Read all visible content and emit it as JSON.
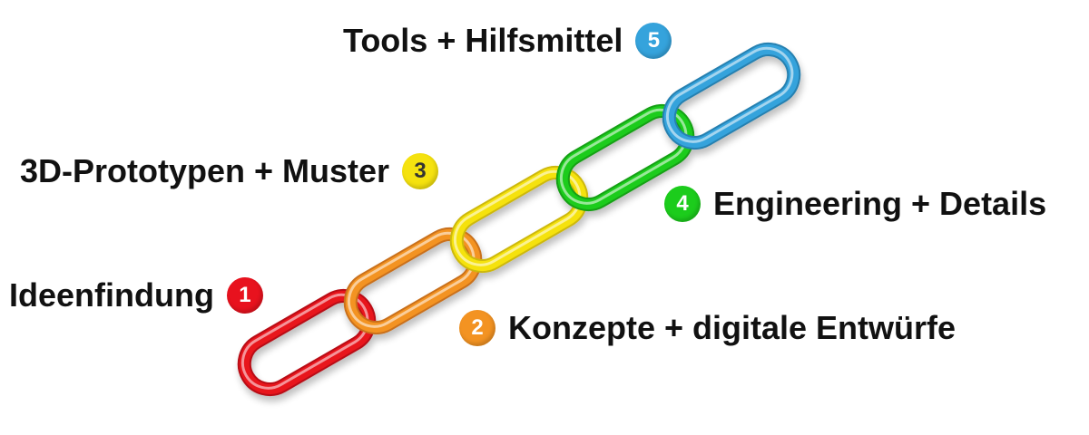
{
  "steps": [
    {
      "number": "1",
      "label": "Ideenfindung",
      "color": "#e8121e"
    },
    {
      "number": "2",
      "label": "Konzepte + digitale Entwürfe",
      "color": "#f39322"
    },
    {
      "number": "3",
      "label": "3D-Prototypen + Muster",
      "color": "#f5e20f"
    },
    {
      "number": "4",
      "label": "Engineering + Details",
      "color": "#1ccc1c"
    },
    {
      "number": "5",
      "label": "Tools + Hilfsmittel",
      "color": "#35a3dc"
    }
  ],
  "chain": {
    "links": [
      {
        "color": "#e8121e",
        "shade": "#b80c14"
      },
      {
        "color": "#f39322",
        "shade": "#c9701a"
      },
      {
        "color": "#f5e20f",
        "shade": "#cdb80a"
      },
      {
        "color": "#1ccc1c",
        "shade": "#12a012"
      },
      {
        "color": "#35a3dc",
        "shade": "#2780b0"
      }
    ]
  }
}
